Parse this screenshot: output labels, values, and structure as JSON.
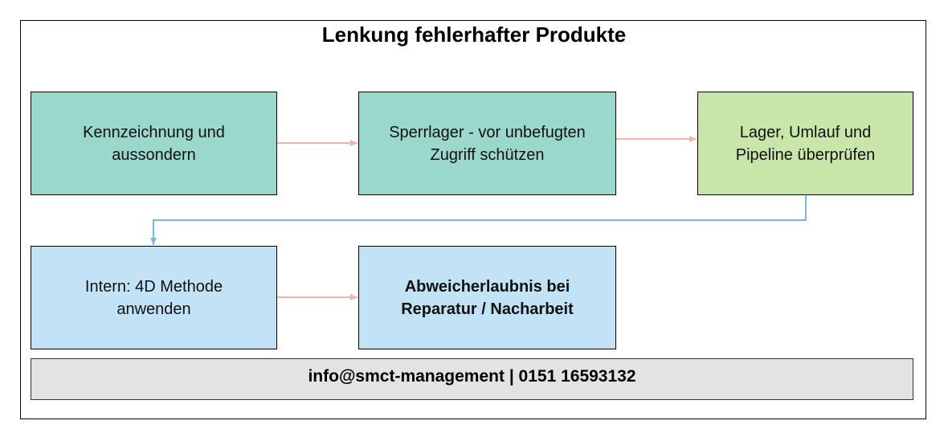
{
  "diagram": {
    "title": "Lenkung fehlerhafter Produkte",
    "boxes": [
      {
        "id": "kennzeichnung",
        "label": "Kennzeichnung und\naussondern"
      },
      {
        "id": "sperrlager",
        "label": "Sperrlager - vor unbefugten\nZugriff schützen"
      },
      {
        "id": "lager",
        "label": "Lager, Umlauf und\nPipeline überprüfen"
      },
      {
        "id": "intern",
        "label": "Intern: 4D Methode\nanwenden"
      },
      {
        "id": "abweicherlaubnis",
        "label": "Abweicherlaubnis bei\nReparatur / Nacharbeit"
      }
    ],
    "footer": "info@smct-management | 0151 16593132",
    "colors": {
      "teal": "#9ad8cc",
      "green": "#c8e6a9",
      "blue": "#c2e3f6",
      "footer": "#e3e3e3",
      "arrow_pink": "#f4b2a8",
      "arrow_blue": "#7fb6e0"
    }
  }
}
